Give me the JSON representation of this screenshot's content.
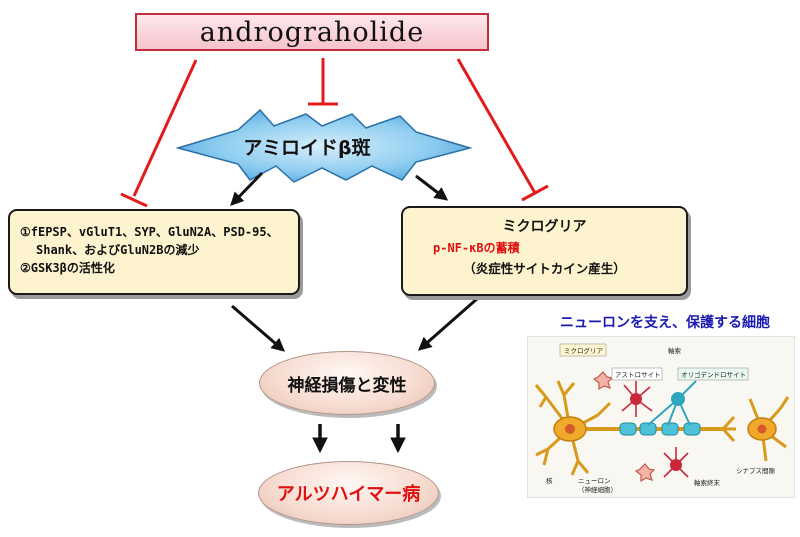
{
  "title": "andrograholide",
  "center_node": "アミロイドβ斑",
  "left_box": {
    "line1": "①fEPSP、vGluT1、SYP、GluN2A、PSD-95、",
    "line2": "Shank、およびGluN2Bの減少",
    "line3": "②GSK3βの活性化"
  },
  "right_box": {
    "title": "ミクログリア",
    "line1": "p-NF-κBの蓄積",
    "line2": "（炎症性サイトカイン産生）"
  },
  "outcome1": "神経損傷と変性",
  "outcome2": "アルツハイマー病",
  "side_caption": "ニューロンを支え、保護する細胞",
  "cell_figure": {
    "labels": {
      "microglia": "ミクログリア",
      "axon": "軸索",
      "astrocyte": "アストロサイト",
      "oligodendrocyte": "オリゴデンドロサイト",
      "nucleus": "核",
      "neuron": "ニューロン",
      "neuron_sub": "（神経細胞）",
      "axon_terminal": "軸索終末",
      "synaptic_cleft": "シナプス間隙"
    }
  },
  "colors": {
    "inhibit": "#e21b1b",
    "arrow": "#111111",
    "star_fill": "#7fc4ec",
    "box_fill": "#fdf3cf",
    "caption": "#1a1ab0",
    "highlight_red": "#e01010"
  }
}
